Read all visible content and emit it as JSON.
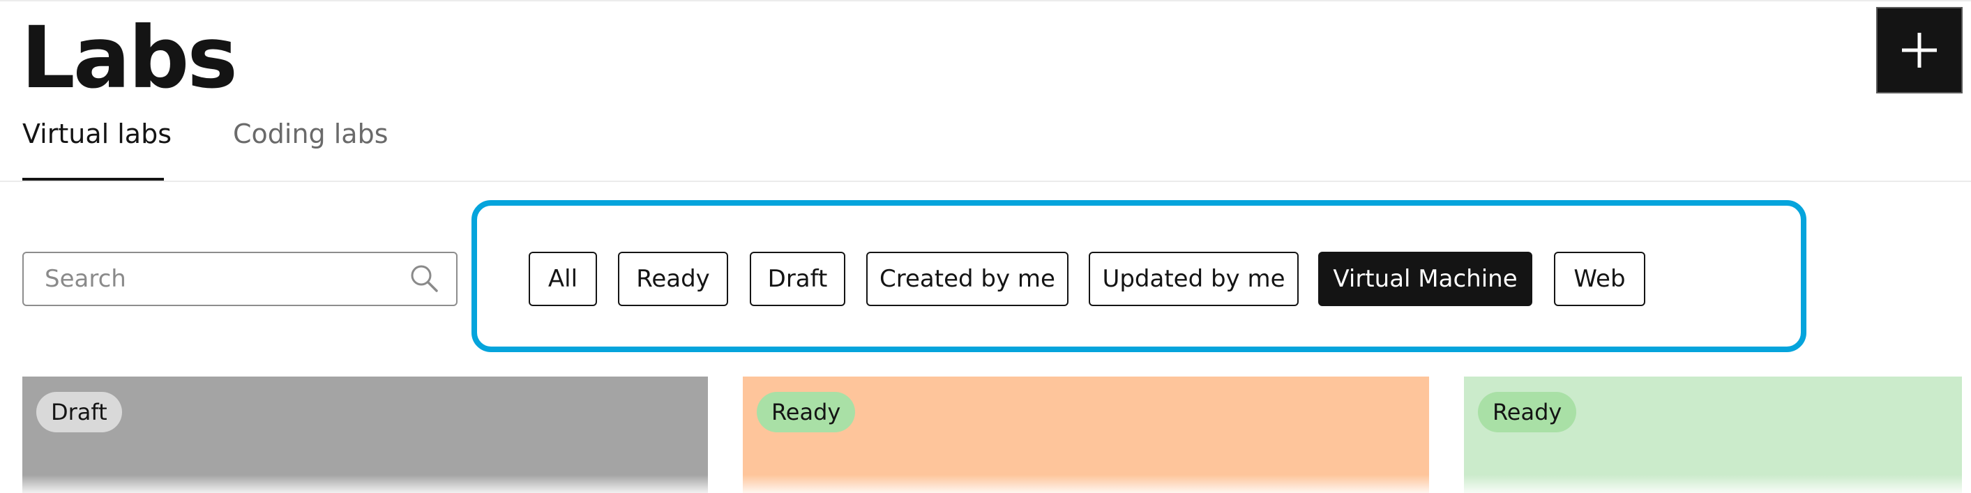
{
  "page": {
    "title": "Labs"
  },
  "header": {
    "add_button_icon": "plus-icon"
  },
  "tabs": [
    {
      "label": "Virtual labs",
      "active": true
    },
    {
      "label": "Coding labs",
      "active": false
    }
  ],
  "search": {
    "placeholder": "Search",
    "value": "",
    "icon": "search-icon"
  },
  "filters": [
    {
      "label": "All",
      "active": false
    },
    {
      "label": "Ready",
      "active": false
    },
    {
      "label": "Draft",
      "active": false
    },
    {
      "label": "Created by me",
      "active": false
    },
    {
      "label": "Updated by me",
      "active": false
    },
    {
      "label": "Virtual Machine",
      "active": true
    },
    {
      "label": "Web",
      "active": false
    }
  ],
  "cards": [
    {
      "status": "Draft",
      "color": "#a4a4a4"
    },
    {
      "status": "Ready",
      "color": "#fec59b"
    },
    {
      "status": "Ready",
      "color": "#cbebcb"
    }
  ],
  "colors": {
    "highlight": "#05a4dc",
    "primary": "#141414"
  }
}
